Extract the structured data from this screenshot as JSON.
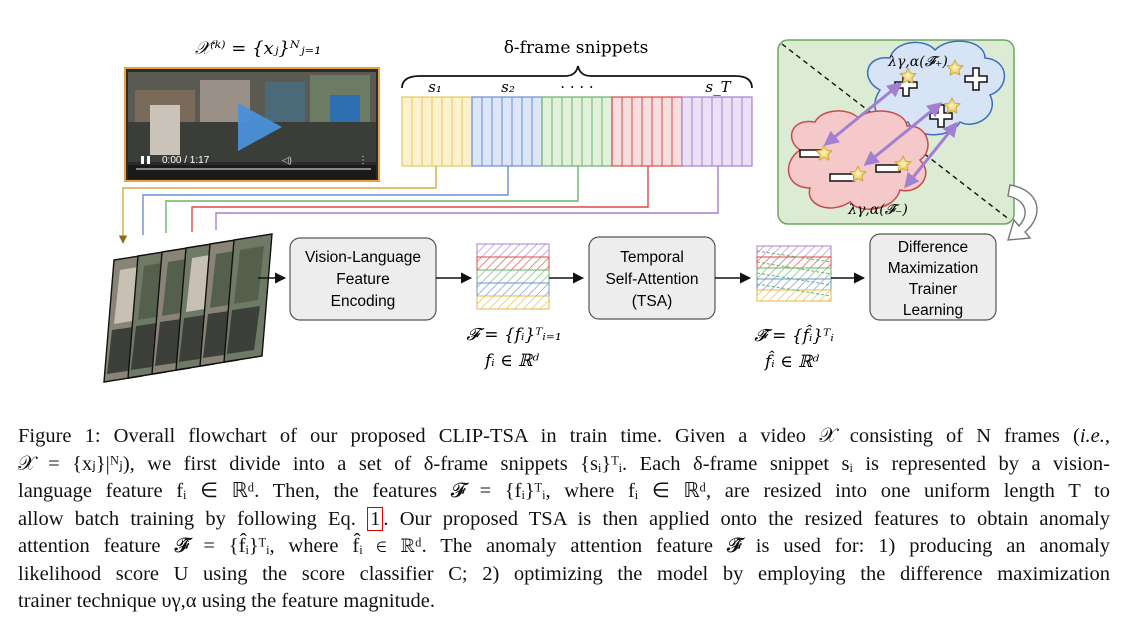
{
  "video": {
    "title_math": "𝒳⁽ᵏ⁾ = {xⱼ}ᴺⱼ₌₁",
    "time": "0:00 / 1:17"
  },
  "snippets": {
    "heading": "δ-frame snippets",
    "s1": "s₁",
    "s2": "s₂",
    "dots": "· · · ·",
    "sT": "s_T"
  },
  "boxes": {
    "vl_line1": "Vision-Language",
    "vl_line2": "Feature",
    "vl_line3": "Encoding",
    "tsa_line1": "Temporal",
    "tsa_line2": "Self-Attention",
    "tsa_line3": "(TSA)",
    "dm_line1": "Difference",
    "dm_line2": "Maximization",
    "dm_line3": "Trainer",
    "dm_line4": "Learning"
  },
  "math": {
    "F_def": "𝓕 = {fᵢ}ᵀᵢ₌₁",
    "f_in": "fᵢ ∈ ℝᵈ",
    "Fhat_def": "𝓕̂ = {f̂ᵢ}ᵀᵢ",
    "fhat_in": "f̂ᵢ ∈ ℝᵈ",
    "lambda_plus": "λγ,α(𝓕̌₊)",
    "lambda_minus": "λγ,α(𝓕̌₋)"
  },
  "colors": {
    "yellow": "#e8c85a",
    "blue": "#6a8fd8",
    "green": "#6ab56a",
    "red": "#d84a4a",
    "purple": "#a77fd0",
    "panel_green": "#dcebd4",
    "cloud_blue": "#d6e4f5",
    "cloud_red": "#f5c9c9",
    "box_gray": "#ededed",
    "play_blue": "#4a90d9"
  },
  "caption": {
    "l1a": "Figure 1: Overall flowchart of our proposed CLIP-TSA in train time. Given a video 𝒳 consisting of N frames (",
    "l1b": "i.e.,",
    "l2": "𝒳 = {xⱼ}|ᴺⱼ), we first divide into a set of δ-frame snippets {sᵢ}ᵀᵢ. Each δ-frame snippet sᵢ is represented by a vision-",
    "l3": "language feature fᵢ ∈ ℝᵈ. Then, the features 𝓕 = {fᵢ}ᵀᵢ, where fᵢ ∈ ℝᵈ, are resized into one uniform length T to",
    "l4a": "allow batch training by following Eq.",
    "l4ref": "1",
    "l4b": ". Our proposed TSA is then applied onto the resized features to obtain anomaly",
    "l5": "attention feature 𝓕̂ = {f̂ᵢ}ᵀᵢ, where f̂ᵢ ∈ ℝᵈ. The anomaly attention feature 𝓕̂ is used for: 1) producing an anomaly",
    "l6": "likelihood score U using the score classifier C; 2) optimizing the model by employing the difference maximization",
    "l7": "trainer technique υγ,α using the feature magnitude."
  }
}
